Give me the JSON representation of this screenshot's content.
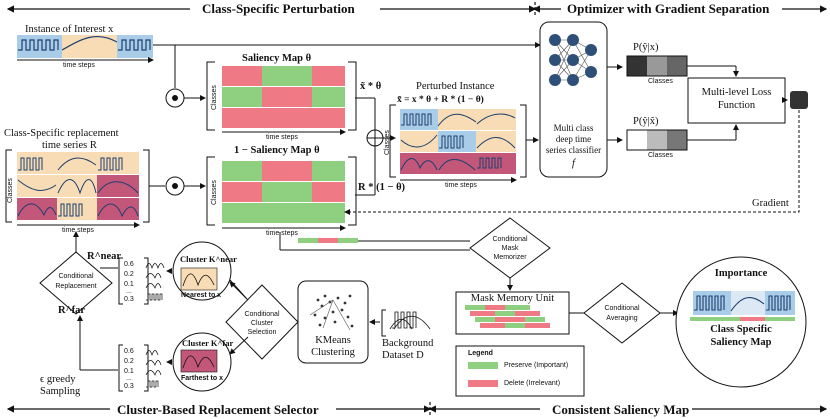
{
  "sections": {
    "perturbation": "Class-Specific Perturbation",
    "optimizer": "Optimizer with Gradient Separation",
    "selector": "Cluster-Based Replacement Selector",
    "consistent": "Consistent Saliency Map"
  },
  "labels": {
    "instance_title": "Instance of Interest x",
    "time_steps": "time steps",
    "classes": "Classes",
    "saliency_map": "Saliency Map θ",
    "inv_saliency_map": "1 − Saliency Map θ",
    "x_theta": "x̃ * θ",
    "r_theta": "R * (1 − θ)",
    "perturbed_title": "Perturbed Instance",
    "perturbed_formula": "x̃ = x * θ + R * (1 − θ)",
    "replacement_title_1": "Class-Specific replacement",
    "replacement_title_2": "time series R",
    "classifier": [
      "Multi class",
      "deep  time",
      "series classifier",
      "f"
    ],
    "p_y_x": "P(ŷ|x)",
    "p_y_xt": "P(ŷ|x̃)",
    "loss": [
      "Multi-level Loss",
      "Function"
    ],
    "gradient": "Gradient",
    "r_near": "R^near",
    "r_far": "R^far",
    "cond_replacement": [
      "Conditional",
      "Replacement"
    ],
    "cluster_near": "Cluster K^near",
    "nearest": "Nearest to x",
    "cluster_far": "Cluster K^far",
    "farthest": "Farthest to x",
    "cond_cluster": [
      "Conditional",
      "Cluster",
      "Selection"
    ],
    "kmeans": [
      "KMeans",
      "Clustering"
    ],
    "background": [
      "Background",
      "Dataset D"
    ],
    "eps_greedy": [
      "ϵ  greedy",
      "Sampling"
    ],
    "cond_memorizer": [
      "Conditional",
      "Mask",
      "Memorizer"
    ],
    "memory_unit": "Mask Memory Unit",
    "cond_averaging": [
      "Conditional",
      "Averaging"
    ],
    "importance": "Importance",
    "class_specific": [
      "Class Specific",
      "Saliency Map"
    ],
    "legend_title": "Legend",
    "legend_preserve": "Preserve (Important)",
    "legend_delete": "Delete   (Irrelevant)",
    "near_scores": [
      "0.6",
      "0.2",
      "0.1",
      "...",
      "0.3"
    ],
    "far_scores": [
      "0.6",
      "0.2",
      "0.1",
      "...",
      "0.3"
    ],
    "dots": "..."
  },
  "colors": {
    "blue": "#a9cde8",
    "orange": "#f7dcb6",
    "red": "#c2577a",
    "green": "#8fcf80",
    "pink": "#ef7a86",
    "navy": "#1d3f6e"
  }
}
